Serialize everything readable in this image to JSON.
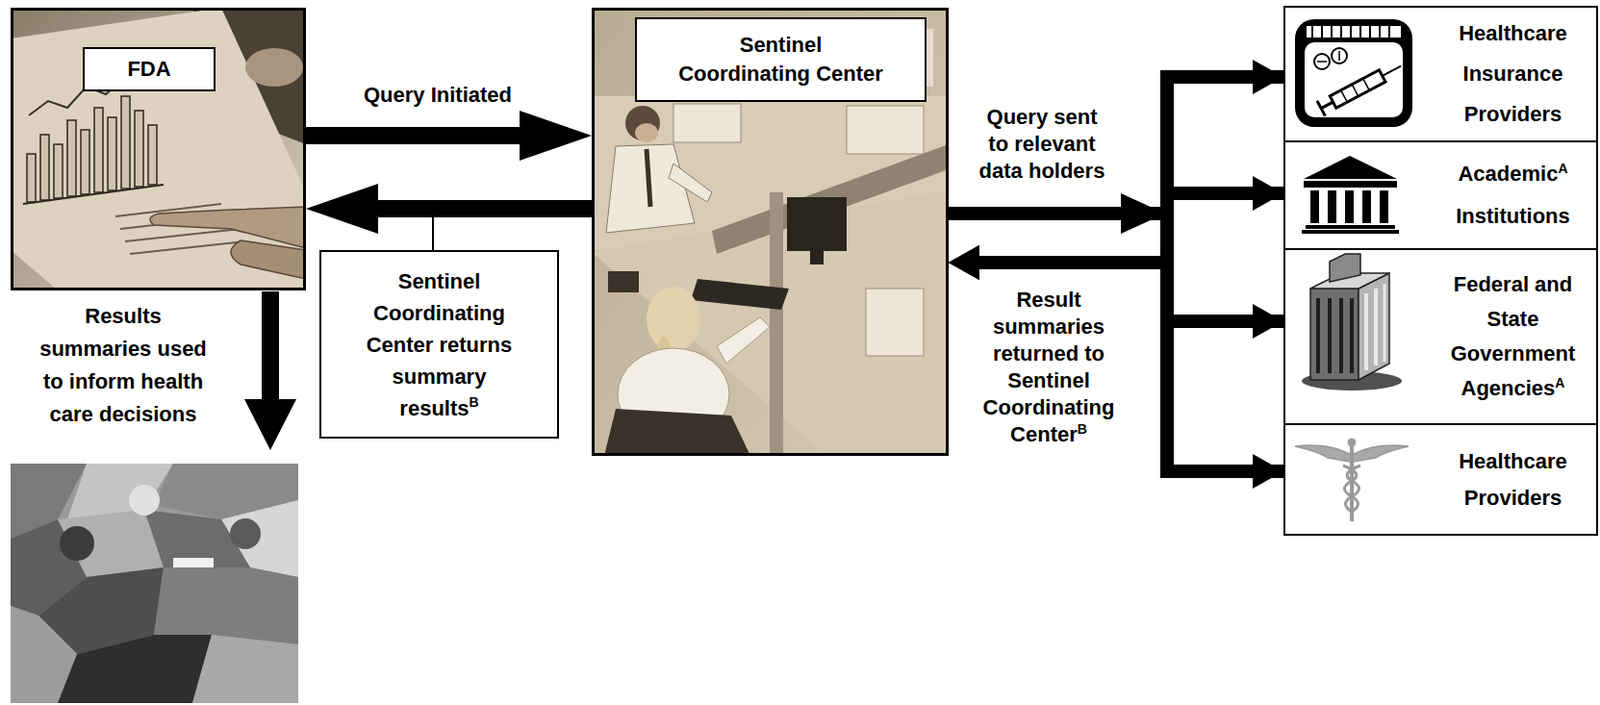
{
  "diagram": {
    "nodes": [
      {
        "text": [
          "FDA"
        ]
      },
      {
        "text": [
          "Sentinel Coordinating Center"
        ]
      },
      {
        "text": [
          "Sentinel Coordinating Center returns summary results",
          "B"
        ]
      },
      {
        "text": [
          "Healthcare Insurance Providers"
        ]
      },
      {
        "text": [
          "Academic",
          "A",
          "Institutions"
        ]
      },
      {
        "text": [
          "Federal and State Government Agencies",
          "A"
        ]
      },
      {
        "text": [
          "Healthcare Providers"
        ]
      }
    ],
    "edges": [
      {
        "from": 0,
        "to": 1,
        "label": "Query Initiated",
        "arrow": "to"
      },
      {
        "from": 1,
        "to": 0,
        "arrow": "to"
      },
      {
        "from": 1,
        "to": 3,
        "label": "Query sent to relevant data holders",
        "arrow": "to"
      },
      {
        "from": 1,
        "to": 4,
        "arrow": "to"
      },
      {
        "from": 1,
        "to": 5,
        "arrow": "to"
      },
      {
        "from": 1,
        "to": 6,
        "arrow": "to"
      },
      {
        "from": 3,
        "to": 1,
        "label": "Result summaries returned to Sentinel Coordinating Center",
        "arrow": "to"
      },
      {
        "from": 4,
        "to": 1,
        "arrow": "to"
      },
      {
        "from": 5,
        "to": 1,
        "arrow": "to"
      },
      {
        "from": 6,
        "to": 1,
        "arrow": "to"
      }
    ],
    "labels": [
      "Results summaries used to inform health care decisions",
      "B"
    ]
  }
}
